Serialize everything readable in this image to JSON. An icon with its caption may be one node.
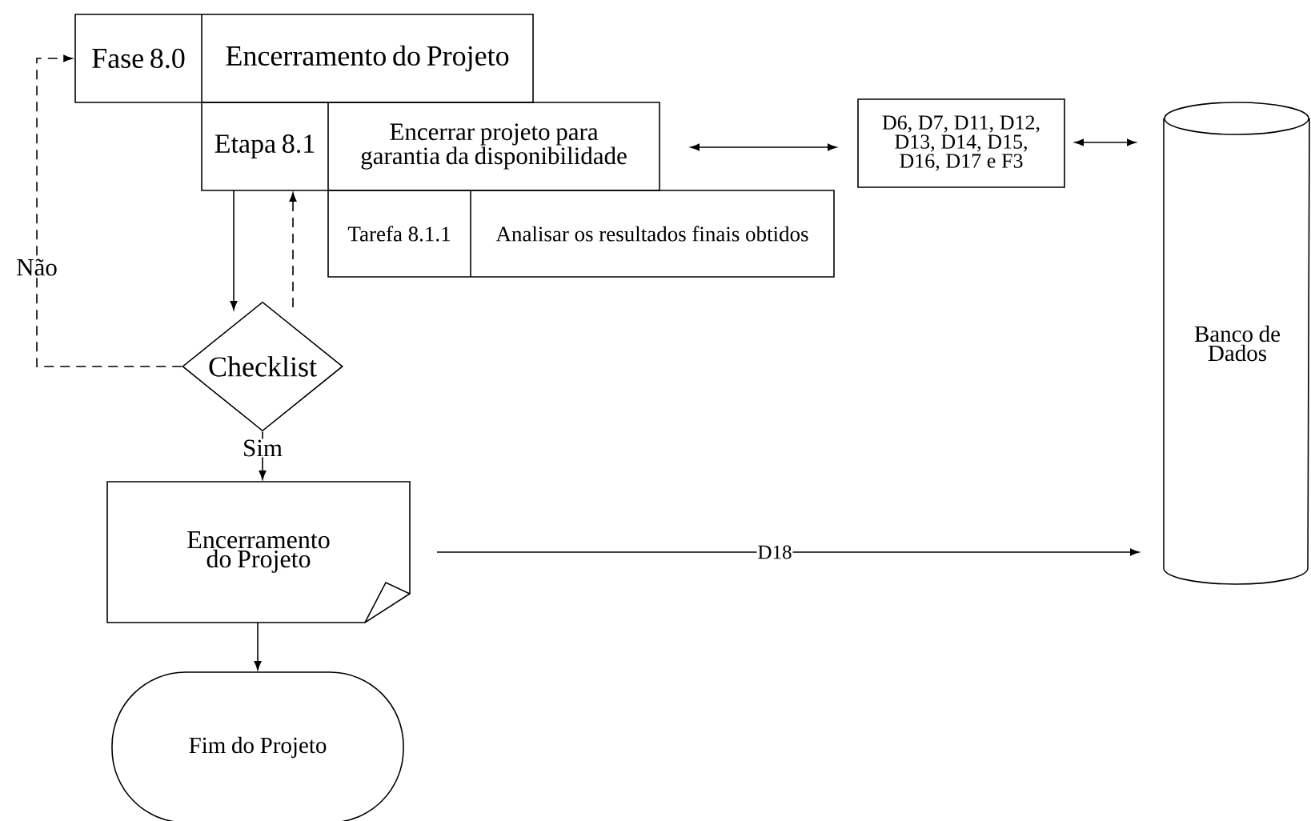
{
  "diagram": {
    "nodes": [
      {
        "text": [
          "Fase 8.0",
          "Encerramento do Projeto"
        ]
      },
      {
        "text": [
          "Etapa 8.1",
          "Encerrar projeto para garantia da disponibilidade"
        ]
      },
      {
        "text": [
          "Tarefa 8.1.1",
          "Analisar os resultados finais obtidos"
        ]
      },
      {
        "text": [
          "D6, D7, D11, D12, D13, D14, D15, D16, D17 e F3"
        ]
      },
      {
        "text": [
          "Banco de Dados"
        ]
      },
      {
        "text": [
          "Checklist"
        ]
      },
      {
        "text": [
          "Encerramento do Projeto"
        ]
      },
      {
        "text": [
          "Fim do Projeto"
        ]
      }
    ],
    "edges": [
      {
        "from": 1,
        "to": 5,
        "arrow": "to"
      },
      {
        "from": 5,
        "to": 1,
        "arrow": "to",
        "style": "dashed"
      },
      {
        "from": 5,
        "to": 0,
        "arrow": "to",
        "style": "dashed",
        "label": "Não"
      },
      {
        "from": 1,
        "to": 3,
        "arrow": "both"
      },
      {
        "from": 3,
        "to": 4,
        "arrow": "both"
      },
      {
        "from": 5,
        "to": 6,
        "arrow": "to",
        "label": "Sim"
      },
      {
        "from": 6,
        "to": 4,
        "arrow": "to",
        "label": "D18"
      },
      {
        "from": 6,
        "to": 7,
        "arrow": "to"
      }
    ]
  }
}
